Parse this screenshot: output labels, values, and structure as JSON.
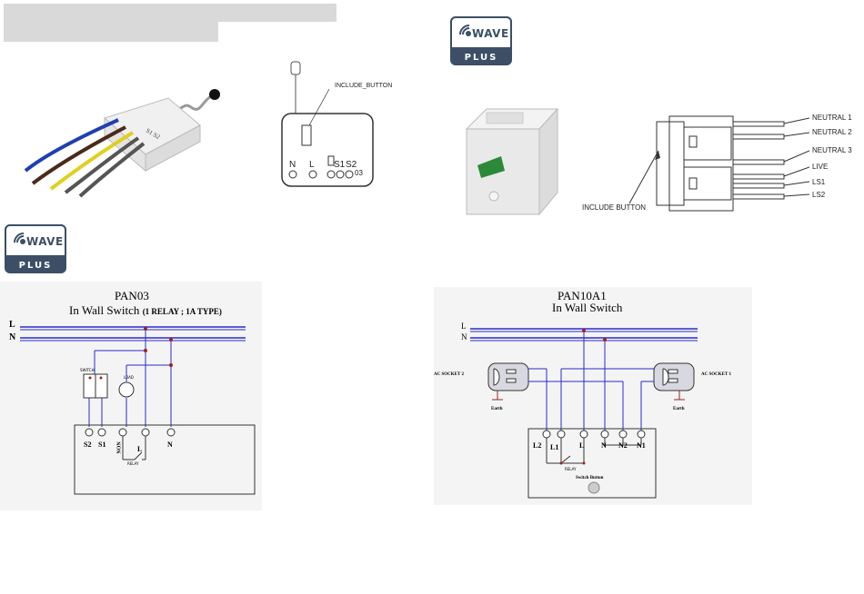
{
  "header_bars": {
    "visible": true
  },
  "badges": {
    "brand": "Z-WAVE",
    "zwave_text": "WAVE",
    "plus_text": "PLUS"
  },
  "pan03_device": {
    "include_button_label": "INCLUDE_BUTTON",
    "terminals": [
      "N",
      "L",
      "S1",
      "S2"
    ],
    "model_code": "03"
  },
  "pan10_device": {
    "include_button_label": "INCLUDE BUTTON",
    "wire_labels": [
      "NEUTRAL 1",
      "NEUTRAL 2",
      "NEUTRAL 3",
      "LIVE",
      "LS1",
      "LS2"
    ]
  },
  "pan03_diagram": {
    "title": "PAN03",
    "subtitle": "In Wall Switch",
    "subtitle_note": "(1 RELAY ; 1A TYPE)",
    "line_l": "L",
    "line_n": "N",
    "switch_label": "SWITCH",
    "load_label": "LOAD",
    "relay_label": "RELAY",
    "terminals": [
      "S2",
      "S1",
      "NON",
      "L",
      "N"
    ]
  },
  "pan10_diagram": {
    "title": "PAN10A1",
    "subtitle": "In Wall Switch",
    "line_l": "L",
    "line_n": "N",
    "socket2": "AC SOCKET 2",
    "socket1": "AC SOCKET 1",
    "earth": "Earth",
    "relay_label": "RELAY",
    "terminals": [
      "L2",
      "L1",
      "L",
      "N",
      "N2",
      "N1"
    ],
    "switch_button": "Switch Button"
  },
  "colors": {
    "wire": "#2a2ad0",
    "node": "#a02020",
    "badge": "#3c4f66",
    "panel": "#f4f4f4"
  }
}
